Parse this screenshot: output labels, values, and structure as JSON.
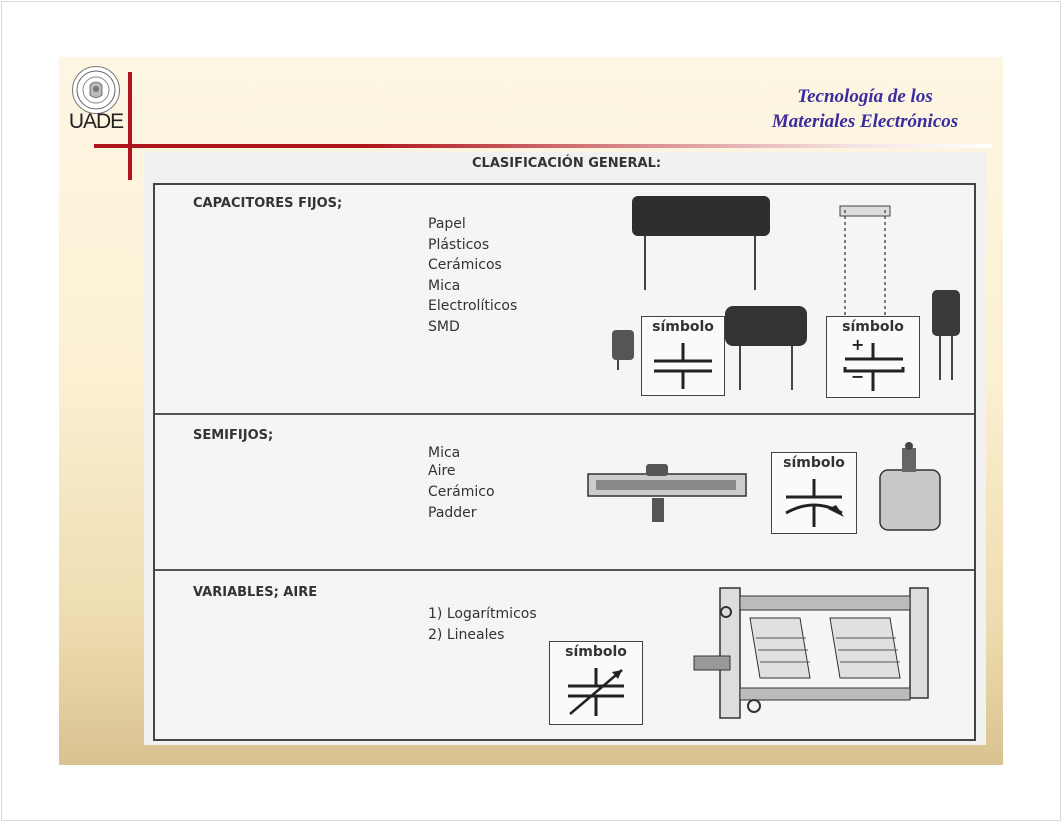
{
  "header": {
    "logo_text": "UADE",
    "title_line1": "Tecnología de los",
    "title_line2": "Materiales Electrónicos"
  },
  "figure": {
    "heading": "CLASIFICACIÓN GENERAL:",
    "sections": [
      {
        "title": "CAPACITORES FIJOS;",
        "items": [
          "Papel",
          "Plásticos",
          "Cerámicos",
          "Mica",
          "Electrolíticos",
          "SMD"
        ],
        "symbols": [
          {
            "label": "símbolo",
            "type": "fixed-capacitor"
          },
          {
            "label": "símbolo",
            "type": "electrolytic-capacitor",
            "plus": "+",
            "minus": "−"
          }
        ]
      },
      {
        "title": "SEMIFIJOS;",
        "items": [
          "Mica",
          "Aire",
          "Cerámico",
          "Padder"
        ],
        "symbols": [
          {
            "label": "símbolo",
            "type": "trimmer-capacitor"
          }
        ]
      },
      {
        "title": "VARIABLES; AIRE",
        "items": [
          "1) Logarítmicos",
          "2) Lineales"
        ],
        "symbols": [
          {
            "label": "símbolo",
            "type": "variable-capacitor"
          }
        ]
      }
    ]
  },
  "colors": {
    "accent_red": "#b0141c",
    "title_blue": "#3a2ba0"
  }
}
